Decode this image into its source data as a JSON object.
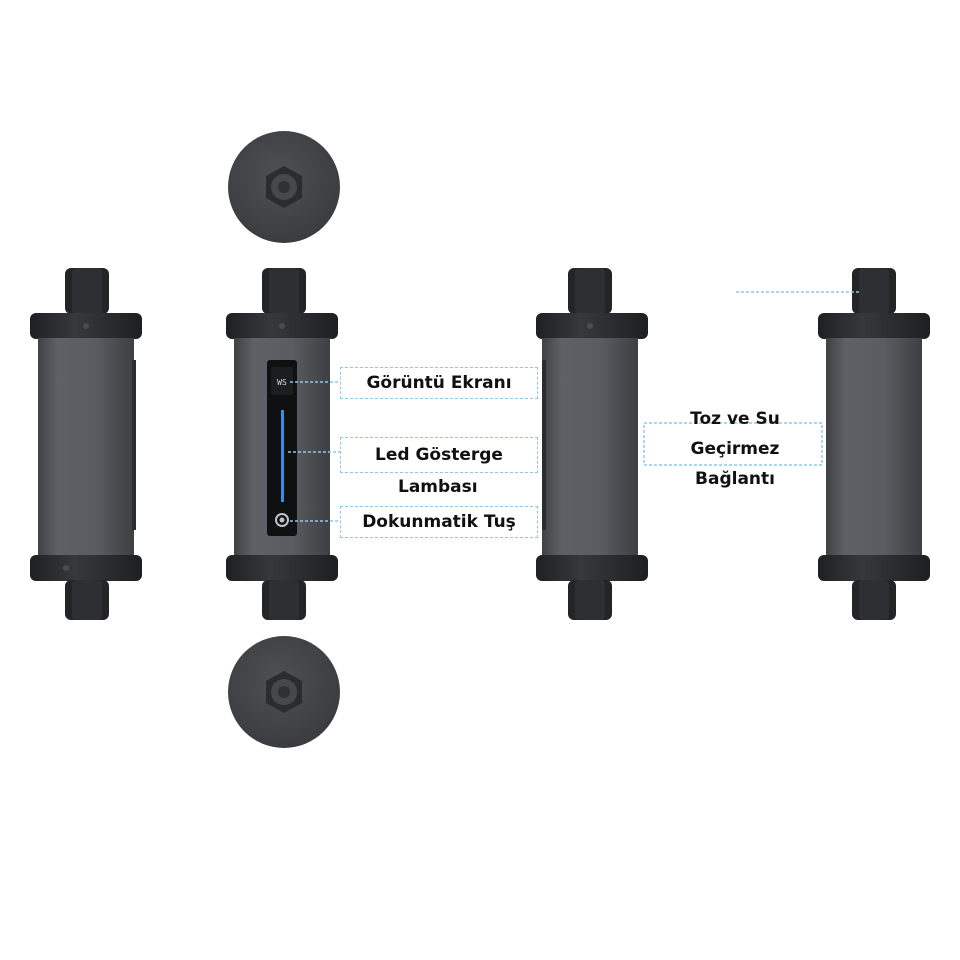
{
  "labels": {
    "display_screen": "Görüntü Ekranı",
    "led_indicator_line1": "Led Gösterge",
    "led_indicator_line2": "Lambası",
    "touch_button": "Dokunmatik Tuş",
    "waterproof_line1": "Toz ve Su",
    "waterproof_line2": "Geçirmez",
    "waterproof_line3": "Bağlantı"
  },
  "screen_text": "WS",
  "colors": {
    "body": "#5b5d62",
    "body_shade": "#46484c",
    "cap": "#2a2b2e",
    "gland": "#232426",
    "led": "#3a8fe0",
    "guide": "#8ec9e8",
    "text": "#111111"
  }
}
